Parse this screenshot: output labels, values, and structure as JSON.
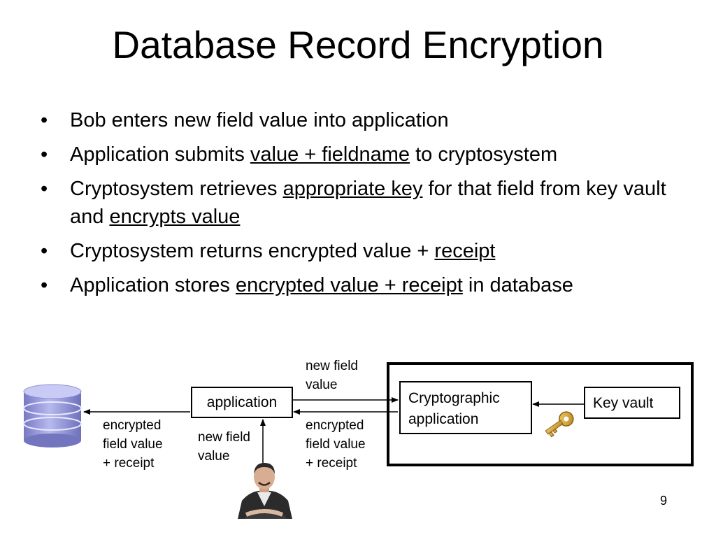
{
  "slide": {
    "title": "Database Record Encryption",
    "page_number": "9"
  },
  "bullets": [
    {
      "parts": [
        "Bob enters new field value into application"
      ]
    },
    {
      "parts": [
        "Application submits ",
        "value + fieldname",
        " to cryptosystem"
      ]
    },
    {
      "parts": [
        "Cryptosystem retrieves ",
        "appropriate key",
        " for that field from key vault and ",
        "encrypts value"
      ]
    },
    {
      "parts": [
        "Cryptosystem returns encrypted value + ",
        "receipt"
      ]
    },
    {
      "parts": [
        "Application stores ",
        "encrypted value + receipt",
        " in database"
      ]
    }
  ],
  "bullet_symbol": "•",
  "diagram": {
    "boxes": {
      "application": "application",
      "crypto_line1": "Cryptographic",
      "crypto_line2": "application",
      "key_vault": "Key vault"
    },
    "labels": {
      "top_new_field_1": "new field",
      "top_new_field_2": "value",
      "left_encrypted_1": "encrypted",
      "left_encrypted_2": "field value",
      "left_encrypted_3": "+ receipt",
      "bob_new_field_1": "new field",
      "bob_new_field_2": "value",
      "right_encrypted_1": "encrypted",
      "right_encrypted_2": "field value",
      "right_encrypted_3": "+ receipt"
    },
    "icons": [
      "database-icon",
      "key-icon",
      "person-photo"
    ],
    "colors": {
      "database": "#8d8fd6",
      "key": "#d9a43a",
      "lines": "#000000"
    }
  }
}
